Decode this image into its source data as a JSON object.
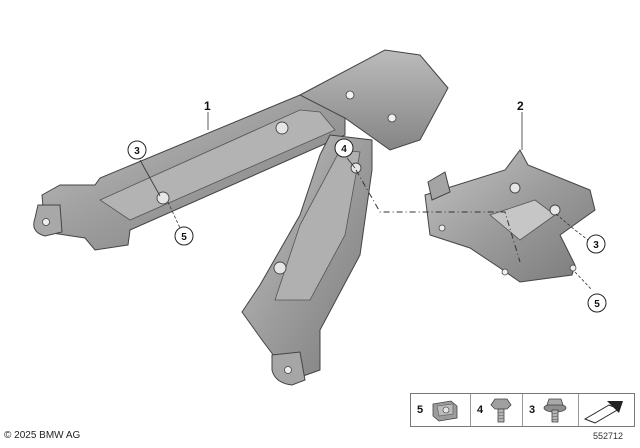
{
  "callouts": {
    "part1": "1",
    "part2": "2",
    "c3a": "3",
    "c3b": "3",
    "c4": "4",
    "c5a": "5",
    "c5b": "5"
  },
  "legend": {
    "items": [
      {
        "number": "5",
        "icon": "clip-nut-icon"
      },
      {
        "number": "4",
        "icon": "hex-bolt-icon"
      },
      {
        "number": "3",
        "icon": "flange-screw-icon"
      },
      {
        "number": "",
        "icon": "arrow-symbol-icon"
      }
    ]
  },
  "footer": {
    "copyright": "© 2025 BMW AG",
    "image_id": "552712"
  },
  "colors": {
    "part_fill": "#9a9a9a",
    "part_light": "#bdbdbd",
    "part_dark": "#6e6e6e",
    "line": "#333333"
  }
}
